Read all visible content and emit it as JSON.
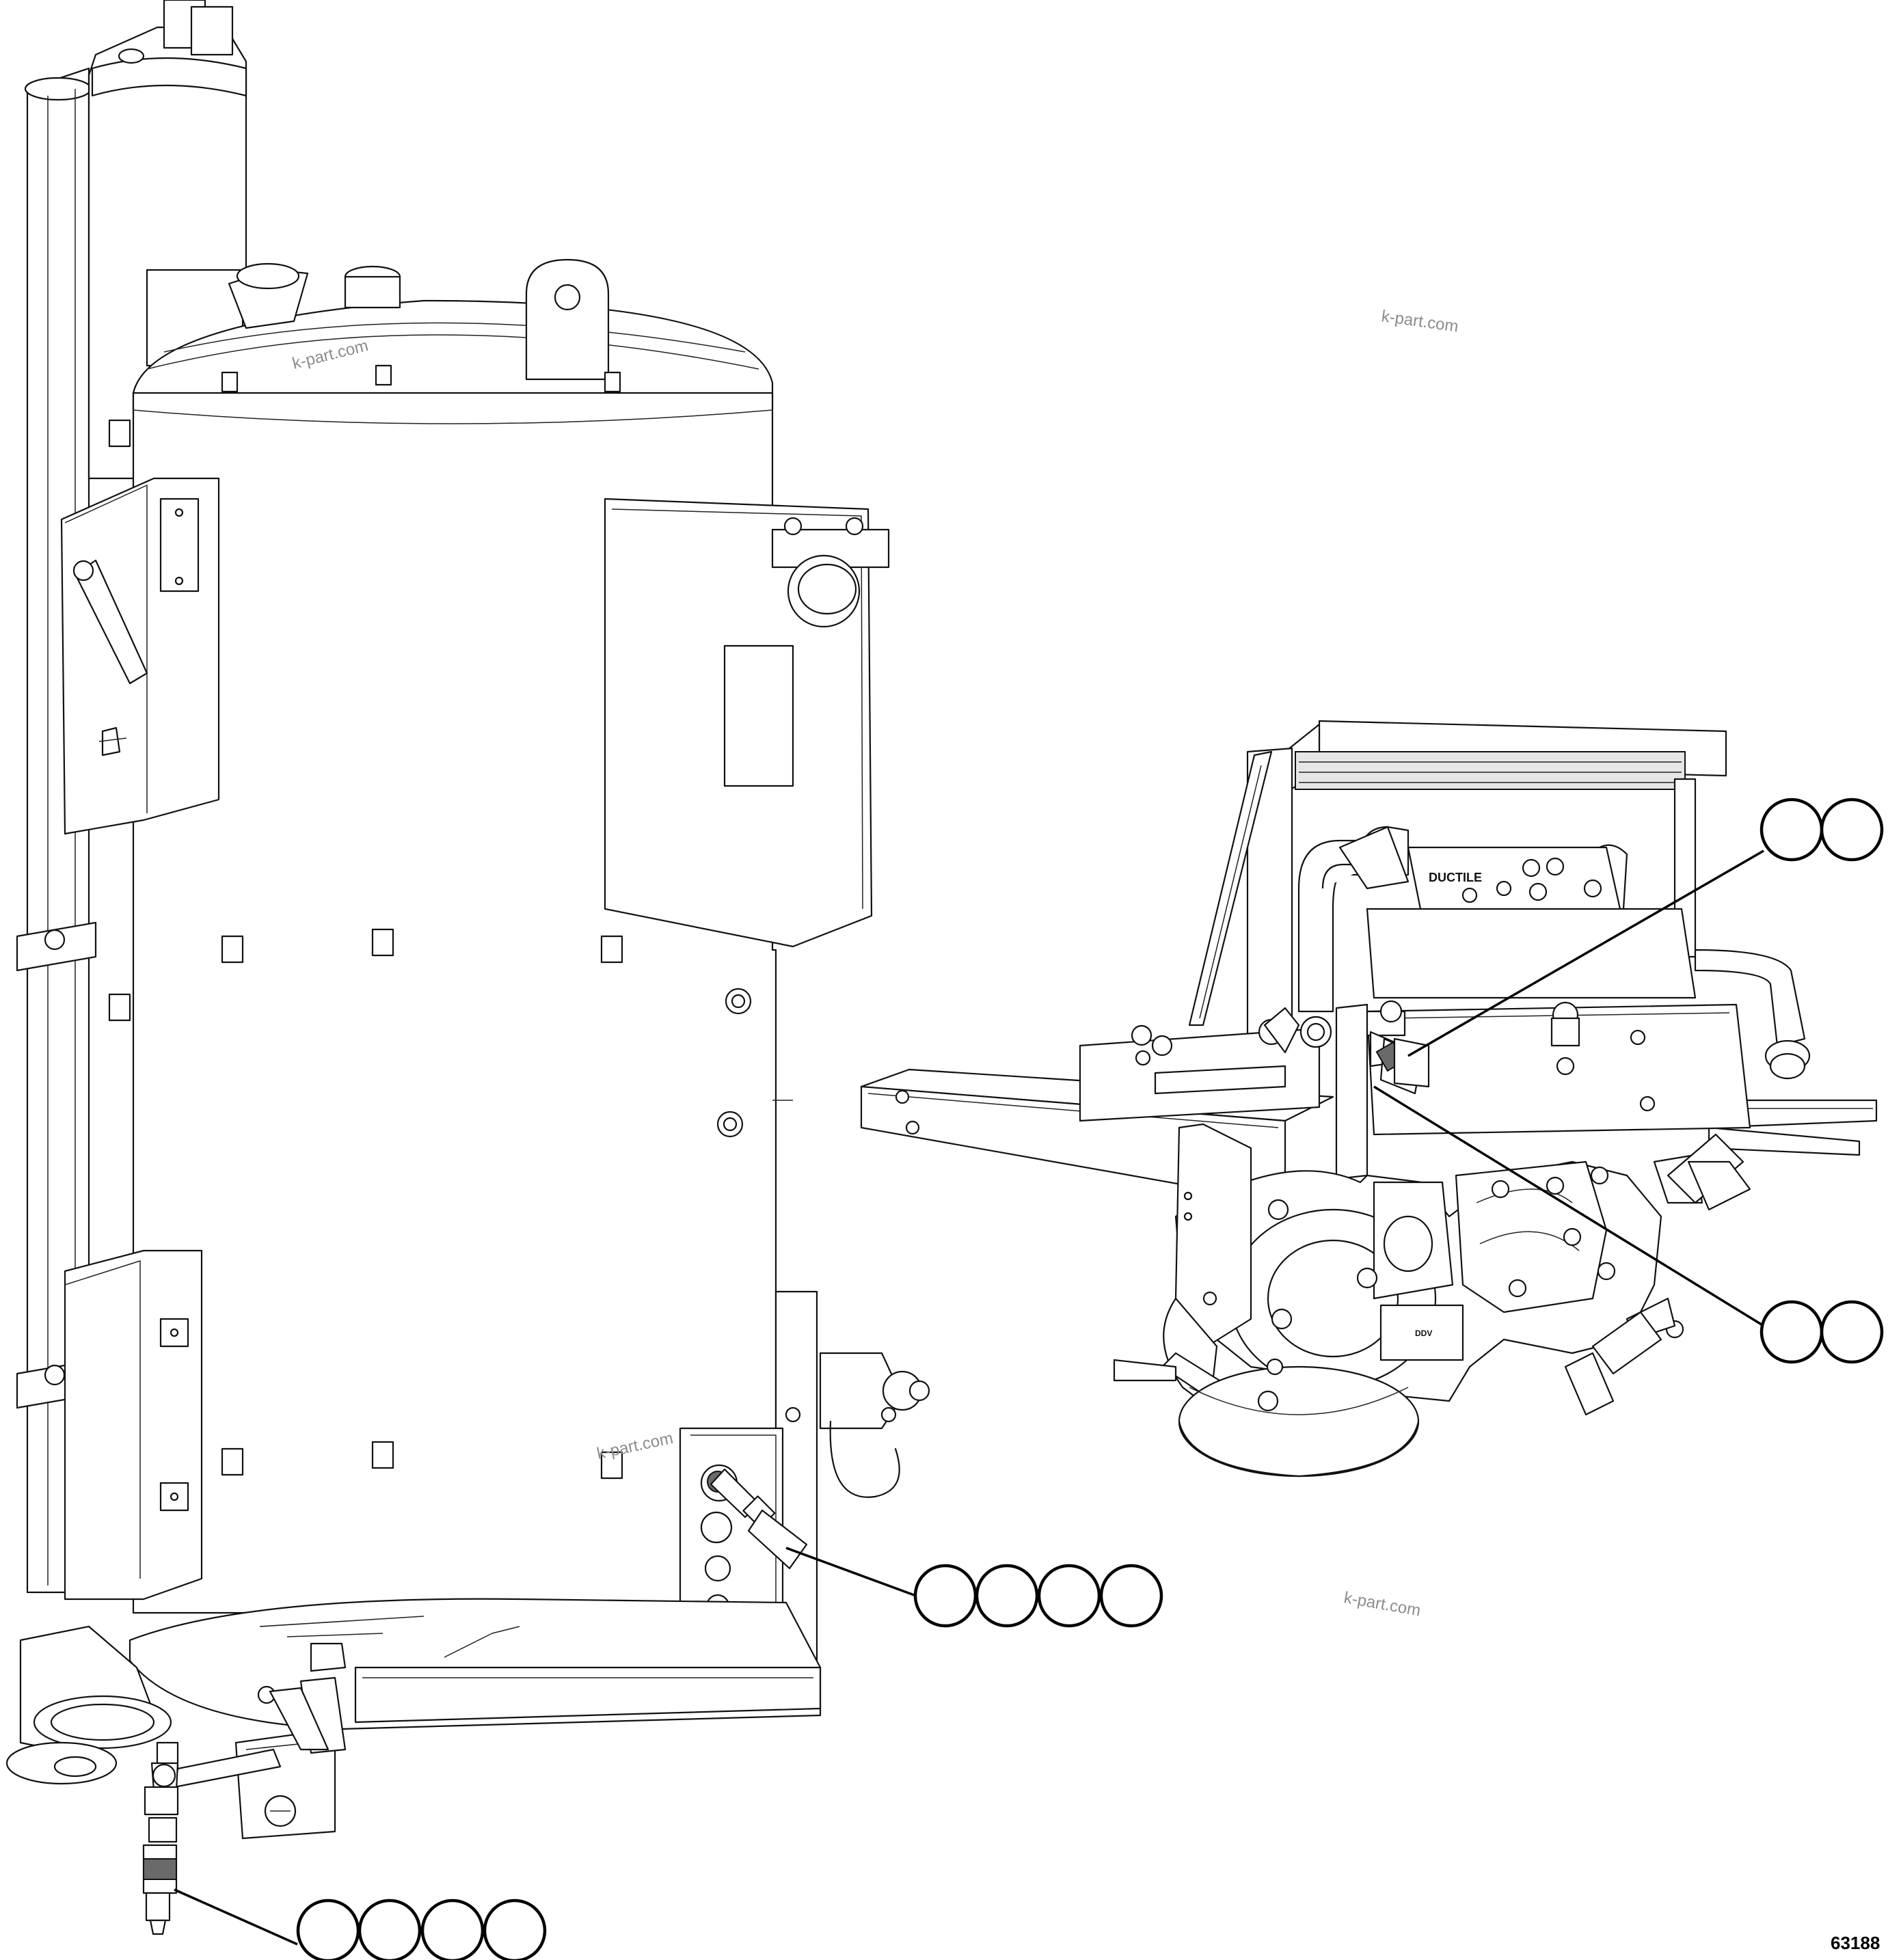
{
  "figure": {
    "number": "63188"
  },
  "watermarks": [
    "k-part.com",
    "k-part.com",
    "k-part.com",
    "k-part.com"
  ],
  "callouts": [
    {
      "id": "callout-upper-right",
      "bubble_count": 2
    },
    {
      "id": "callout-lower-right",
      "bubble_count": 2
    },
    {
      "id": "callout-middle",
      "bubble_count": 4
    },
    {
      "id": "callout-bottom",
      "bubble_count": 4
    }
  ]
}
